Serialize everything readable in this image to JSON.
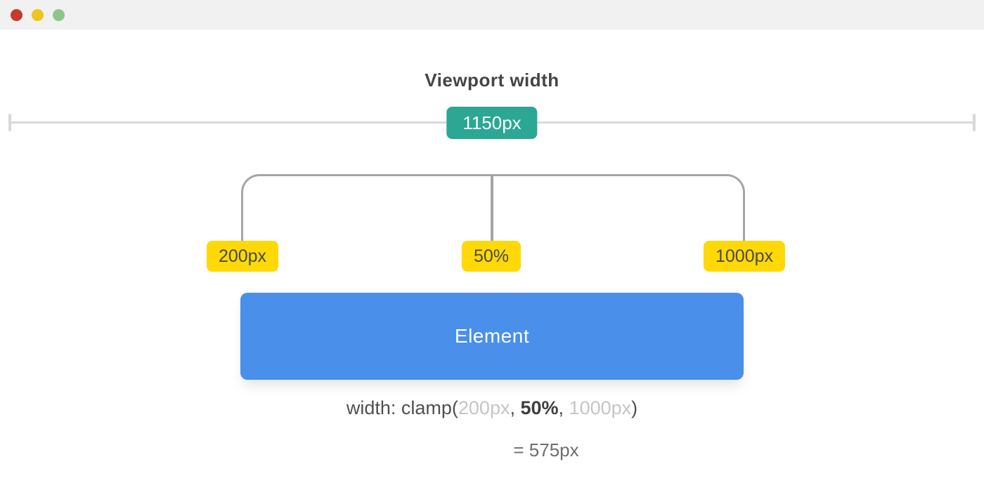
{
  "window": {
    "controls": {
      "close": "close-button",
      "minimize": "minimize-button",
      "zoom": "zoom-button"
    }
  },
  "diagram": {
    "title": "Viewport width",
    "viewport": {
      "badge": "1150px"
    },
    "clamp": {
      "min": "200px",
      "preferred": "50%",
      "max": "1000px"
    },
    "element": {
      "label": "Element"
    },
    "formula": {
      "lead": "width: clamp(",
      "min": "200px",
      "sep1": ", ",
      "preferred": "50%",
      "sep2": ", ",
      "max": "1000px",
      "close": ")"
    },
    "result": "= 575px"
  },
  "colors": {
    "titlebar_bg": "#f1f1f1",
    "dot_red": "#c43a30",
    "dot_yellow": "#eec41f",
    "dot_green": "#8ec58b",
    "ruler_gray": "#d9d9d9",
    "viewport_badge_teal": "#2ba793",
    "pill_yellow": "#ffd906",
    "element_blue": "#4a8fea",
    "bracket_gray": "#a5a5a5",
    "text_dark": "#454545",
    "text_muted": "#c5c5c5"
  }
}
